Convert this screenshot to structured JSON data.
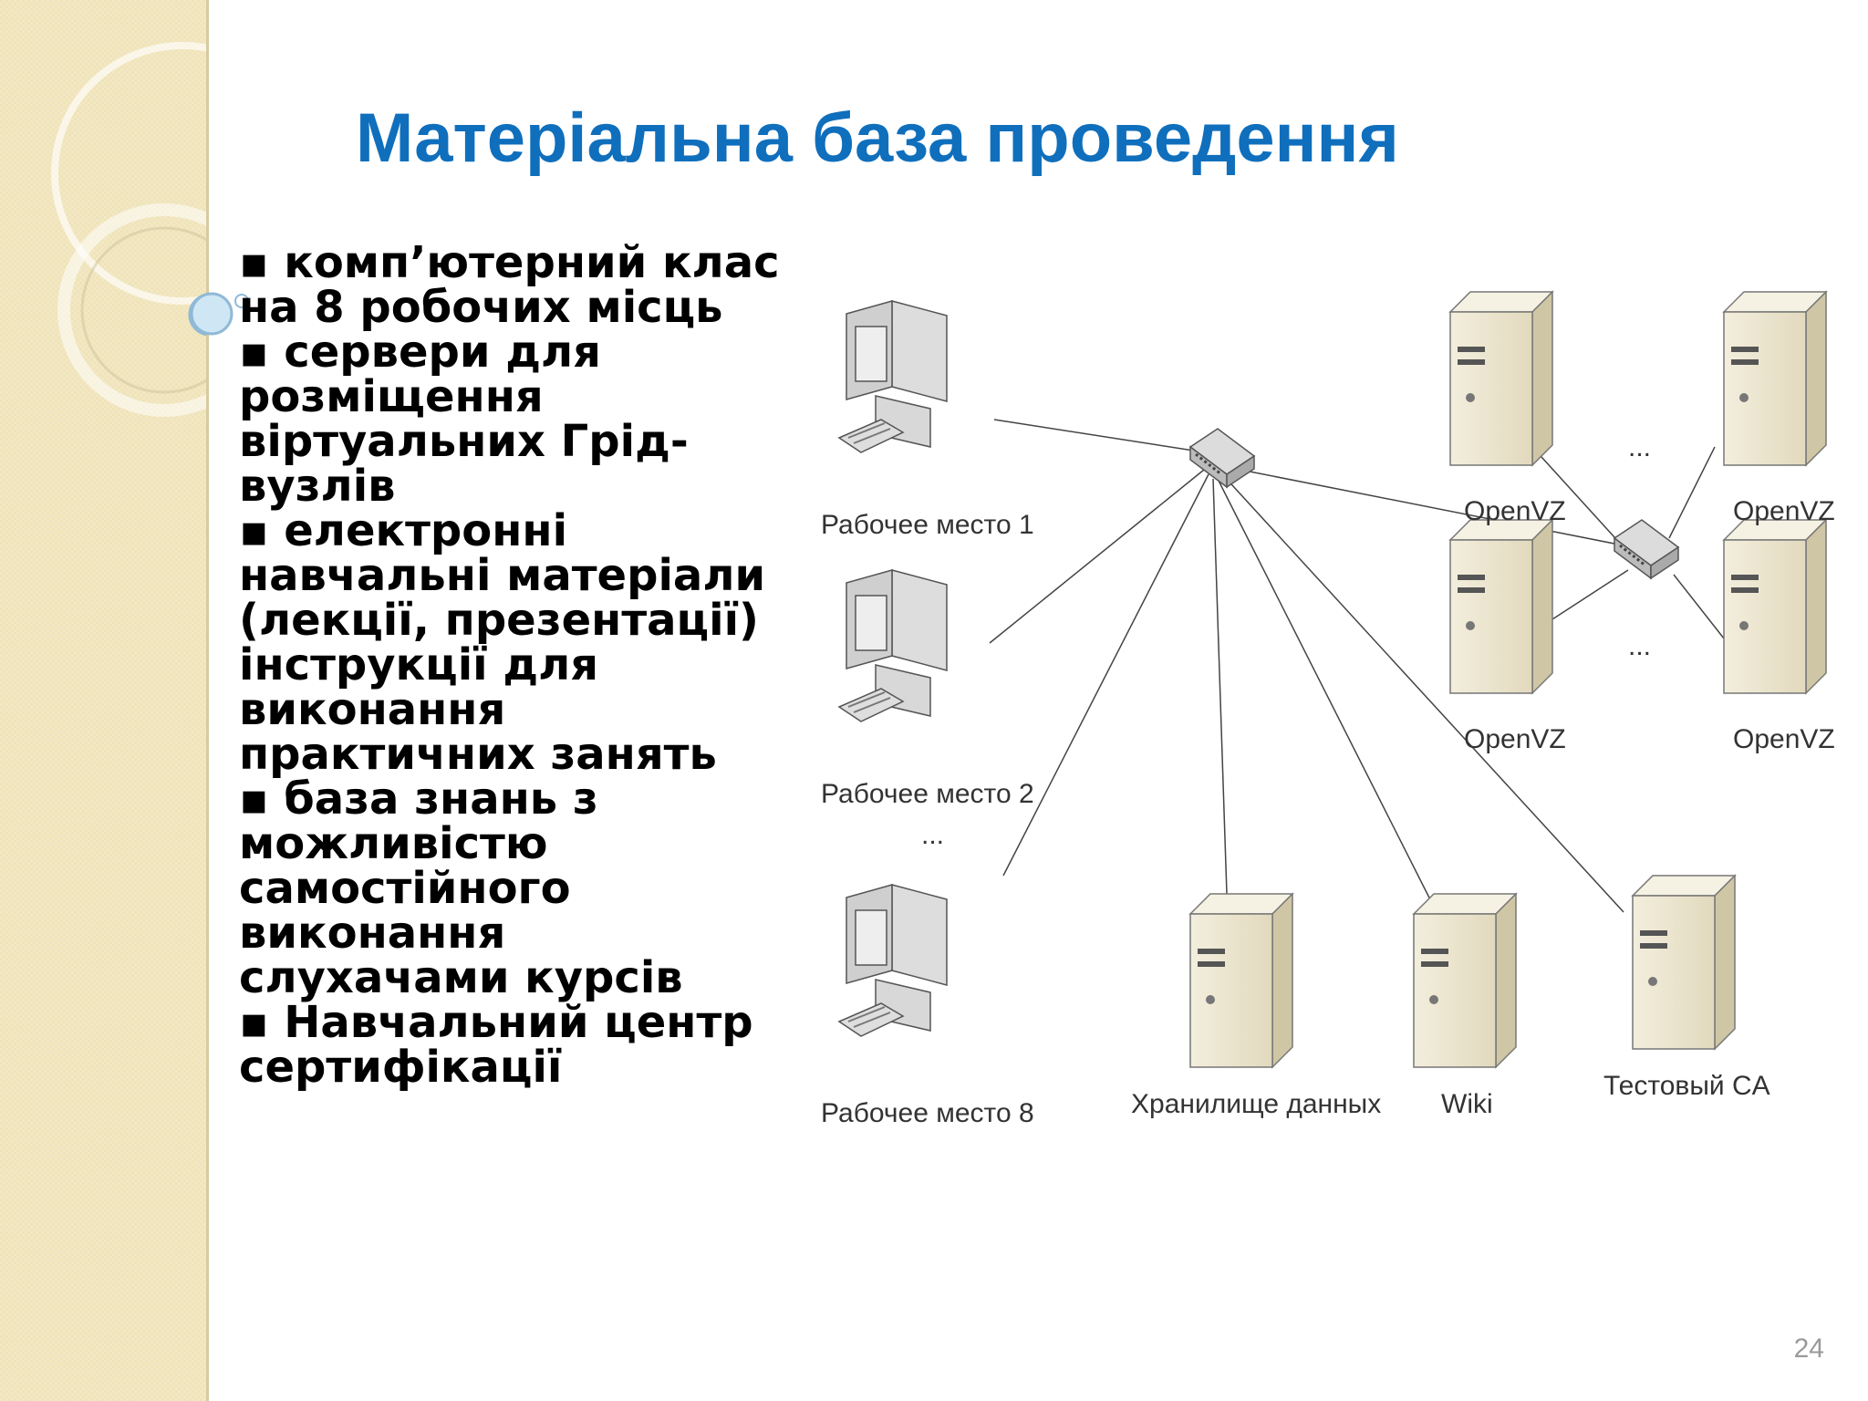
{
  "slide": {
    "title": "Матеріальна база проведення",
    "page_number": "24"
  },
  "bullets": [
    "▪ комп’ютерний клас на 8 робочих місць",
    "▪ сервери для розміщення віртуальних Грід-вузлів",
    "▪ електронні навчальні матеріали (лекції, презентації) інструкції для виконання практичних занять",
    "▪ база знань з можливістю самостійного виконання слухачами курсів",
    "▪ Навчальний центр сертифікації"
  ],
  "diagram": {
    "workstations": [
      "Рабочее место 1",
      "Рабочее место 2",
      "Рабочее место 8"
    ],
    "workstation_ellipsis": "...",
    "openvz_servers": [
      "OpenVZ",
      "OpenVZ",
      "OpenVZ",
      "OpenVZ"
    ],
    "openvz_ellipsis": [
      "...",
      "..."
    ],
    "bottom_servers": [
      "Хранилище данных",
      "Wiki",
      "Тестовый CA"
    ]
  }
}
